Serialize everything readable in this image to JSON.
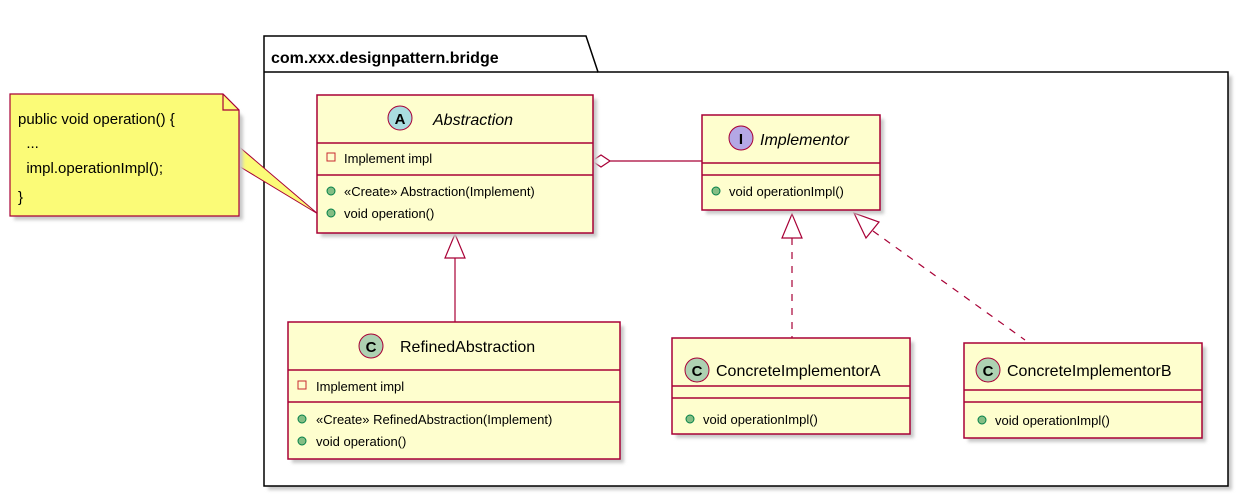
{
  "package": {
    "name": "com.xxx.designpattern.bridge"
  },
  "note": {
    "lines": [
      "public void operation() {",
      "  ...",
      "  impl.operationImpl();",
      "}"
    ]
  },
  "classes": {
    "abstraction": {
      "stereotype_letter": "A",
      "name": "Abstraction",
      "fields": [
        "Implement impl"
      ],
      "methods": [
        "«Create» Abstraction(Implement)",
        "void operation()"
      ]
    },
    "implementor": {
      "stereotype_letter": "I",
      "name": "Implementor",
      "methods": [
        "void operationImpl()"
      ]
    },
    "refined": {
      "stereotype_letter": "C",
      "name": "RefinedAbstraction",
      "fields": [
        "Implement impl"
      ],
      "methods": [
        "«Create» RefinedAbstraction(Implement)",
        "void operation()"
      ]
    },
    "concreteA": {
      "stereotype_letter": "C",
      "name": "ConcreteImplementorA",
      "methods": [
        "void operationImpl()"
      ]
    },
    "concreteB": {
      "stereotype_letter": "C",
      "name": "ConcreteImplementorB",
      "methods": [
        "void operationImpl()"
      ]
    }
  },
  "colors": {
    "class_fill": "#FEFECE",
    "class_border": "#A80036",
    "abstract_circle": "#A9DCDF",
    "interface_circle": "#B4A7E5",
    "class_circle": "#ADD1B2",
    "note_fill": "#FBFB77",
    "public_marker": "#84BE84",
    "private_marker": "#C82930"
  }
}
